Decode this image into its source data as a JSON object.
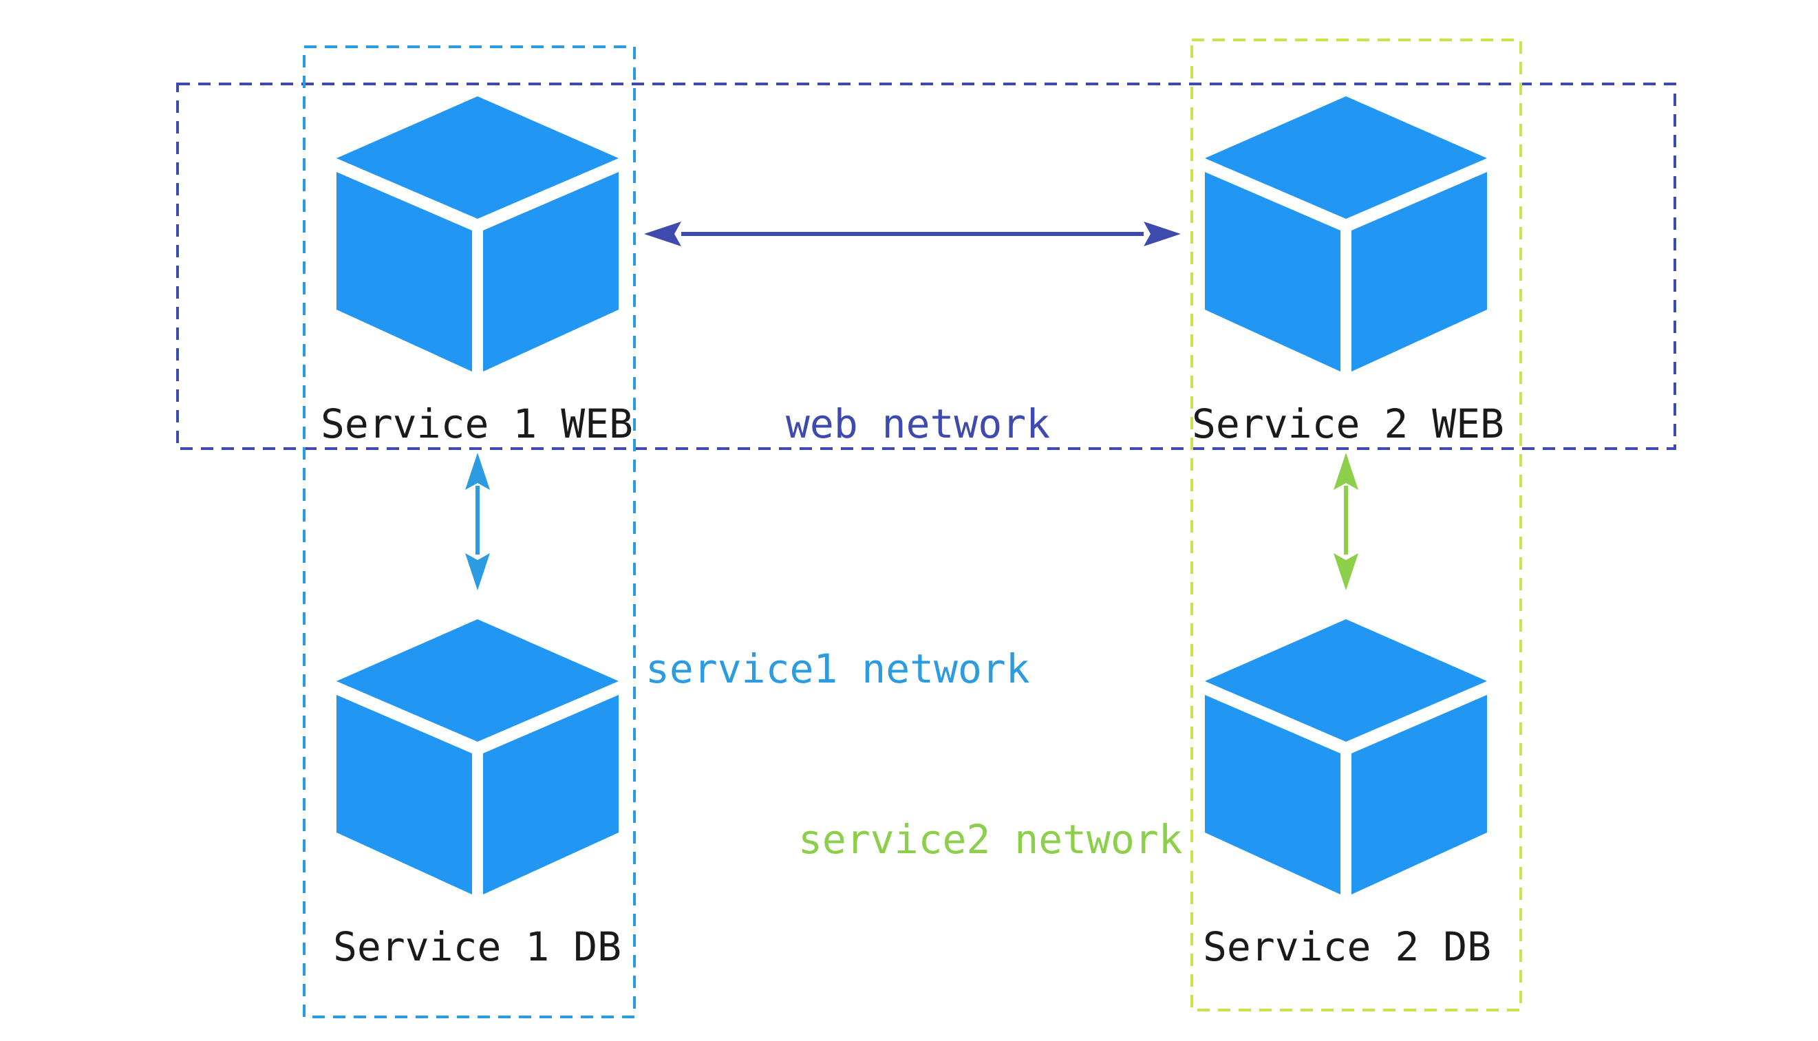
{
  "colors": {
    "background": "#ffffff",
    "cube": "#2196f3",
    "cube_edge": "#ffffff",
    "web_network": "#3f4aaf",
    "service1_network": "#2b9be2",
    "service2_network": "#8bcf4a",
    "service2_box": "#c9e34a",
    "node_text": "#1a1a1a"
  },
  "icons": {
    "service_node": "cube-icon"
  },
  "nodes": {
    "service1_web": {
      "label": "Service 1 WEB"
    },
    "service2_web": {
      "label": "Service 2 WEB"
    },
    "service1_db": {
      "label": "Service 1 DB"
    },
    "service2_db": {
      "label": "Service 2 DB"
    }
  },
  "networks": {
    "web": {
      "label": "web network"
    },
    "service1": {
      "label": "service1 network"
    },
    "service2": {
      "label": "service2 network"
    }
  },
  "connections": [
    {
      "from": "Service 1 WEB",
      "to": "Service 2 WEB",
      "network": "web network",
      "direction": "bidirectional"
    },
    {
      "from": "Service 1 WEB",
      "to": "Service 1 DB",
      "network": "service1 network",
      "direction": "bidirectional"
    },
    {
      "from": "Service 2 WEB",
      "to": "Service 2 DB",
      "network": "service2 network",
      "direction": "bidirectional"
    }
  ]
}
